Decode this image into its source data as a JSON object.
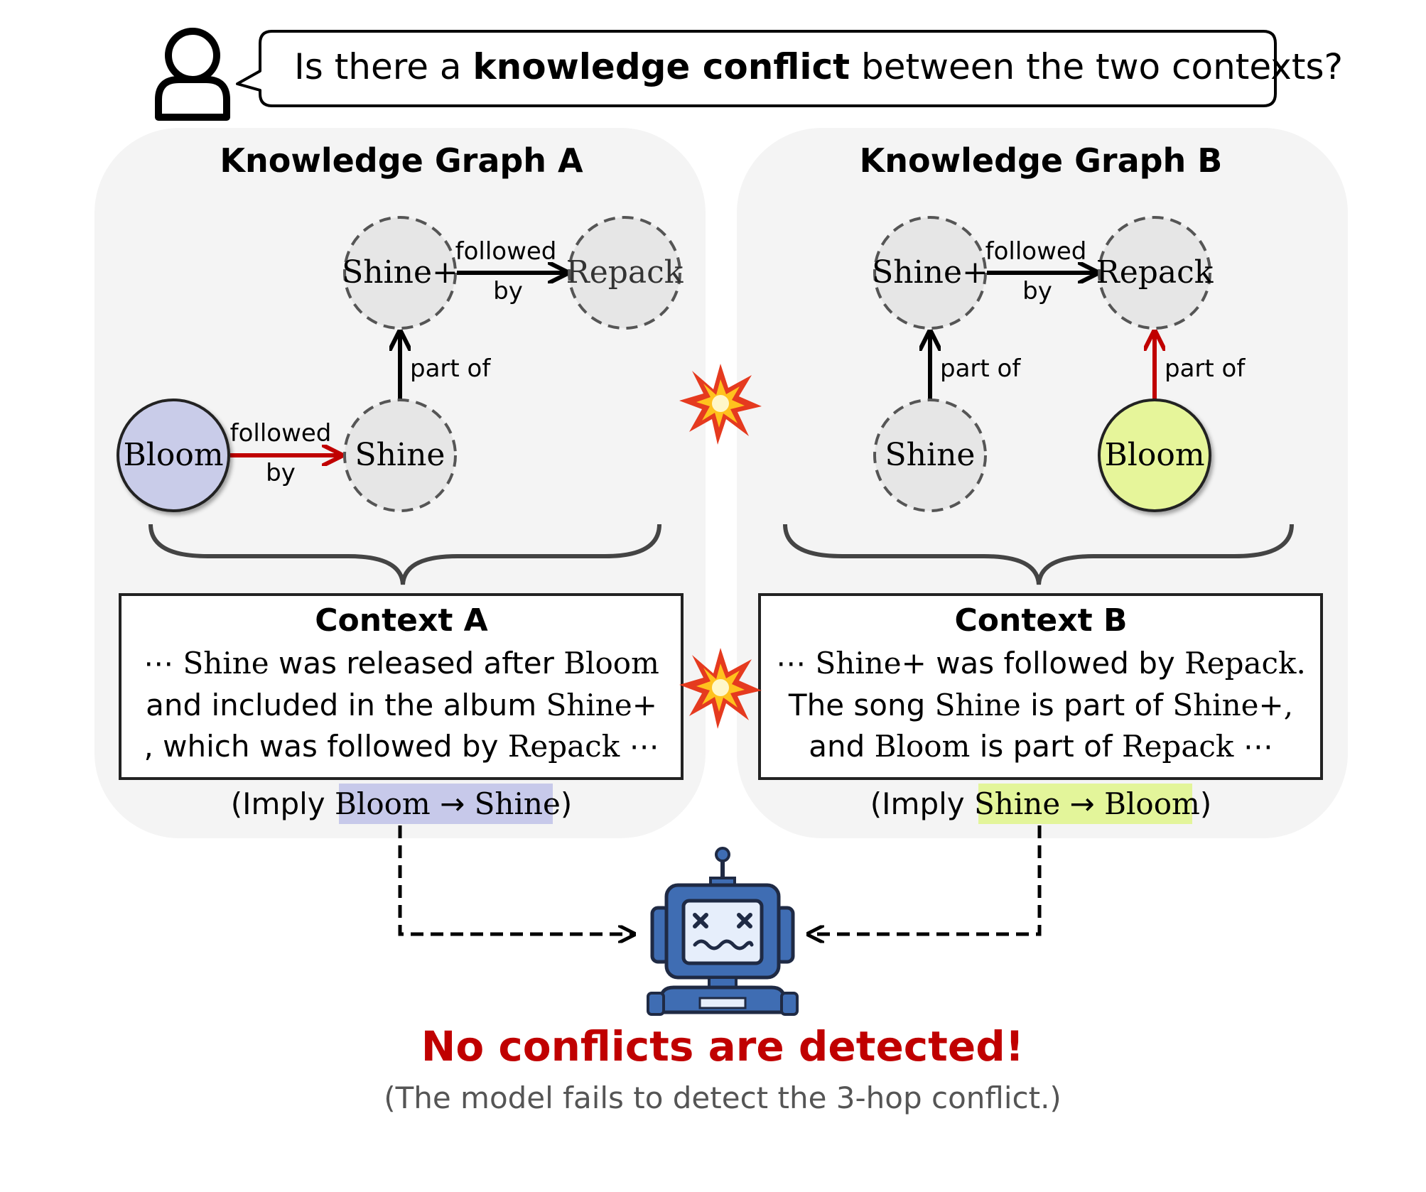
{
  "question": {
    "prefix": "Is there a ",
    "emphasis": "knowledge conflict",
    "suffix": " between the two contexts?"
  },
  "graph_a": {
    "title": "Knowledge Graph A",
    "nodes": {
      "shine_plus": "Shine+",
      "repack": "Repack",
      "bloom": "Bloom",
      "shine": "Shine"
    },
    "edges": {
      "followed_by_top_1": "followed",
      "followed_by_top_2": "by",
      "part_of": "part of",
      "followed_by_bottom_1": "followed",
      "followed_by_bottom_2": "by"
    },
    "context": {
      "title": "Context A",
      "line1": {
        "a": "⋯ ",
        "b": "Shine",
        "c": " was released after ",
        "d": "Bloom"
      },
      "line2": {
        "a": "and included in the album ",
        "b": "Shine+"
      },
      "line3": {
        "a": ", which was followed by ",
        "b": "Repack",
        "c": " ⋯"
      }
    },
    "implication": {
      "open": "(Imply ",
      "from": "Bloom",
      "arrow": "→",
      "to": "Shine",
      "close": ")"
    }
  },
  "graph_b": {
    "title": "Knowledge Graph B",
    "nodes": {
      "shine_plus": "Shine+",
      "repack": "Repack",
      "shine": "Shine",
      "bloom": "Bloom"
    },
    "edges": {
      "followed_by_1": "followed",
      "followed_by_2": "by",
      "part_of_left": "part of",
      "part_of_right": "part of"
    },
    "context": {
      "title": "Context B",
      "line1": {
        "a": "⋯ ",
        "b": "Shine+",
        "c": " was followed by ",
        "d": "Repack."
      },
      "line2": {
        "a": "The song ",
        "b": "Shine",
        "c": " is part of ",
        "d": "Shine+,"
      },
      "line3": {
        "a": "and ",
        "b": "Bloom",
        "c": " is part of ",
        "d": "Repack",
        "e": " ⋯"
      }
    },
    "implication": {
      "open": "(Imply ",
      "from": "Shine",
      "arrow": "→",
      "to": "Bloom",
      "close": ")"
    }
  },
  "result": {
    "headline": "No conflicts are detected!",
    "note": "(The model fails to detect the 3-hop conflict.)"
  },
  "icons": [
    "user-icon",
    "explosion-icon",
    "broken-robot-icon"
  ],
  "colors": {
    "panel": "#f4f4f4",
    "node_dashed": "#e6e6e6",
    "bloom_a": "#c9cce9",
    "bloom_b": "#e6f59a",
    "highlight_a": "#c7c9ea",
    "highlight_b": "#e3f59a",
    "conflict_edge": "#c00000",
    "headline": "#c00000",
    "robot_blue": "#3f6db3"
  }
}
